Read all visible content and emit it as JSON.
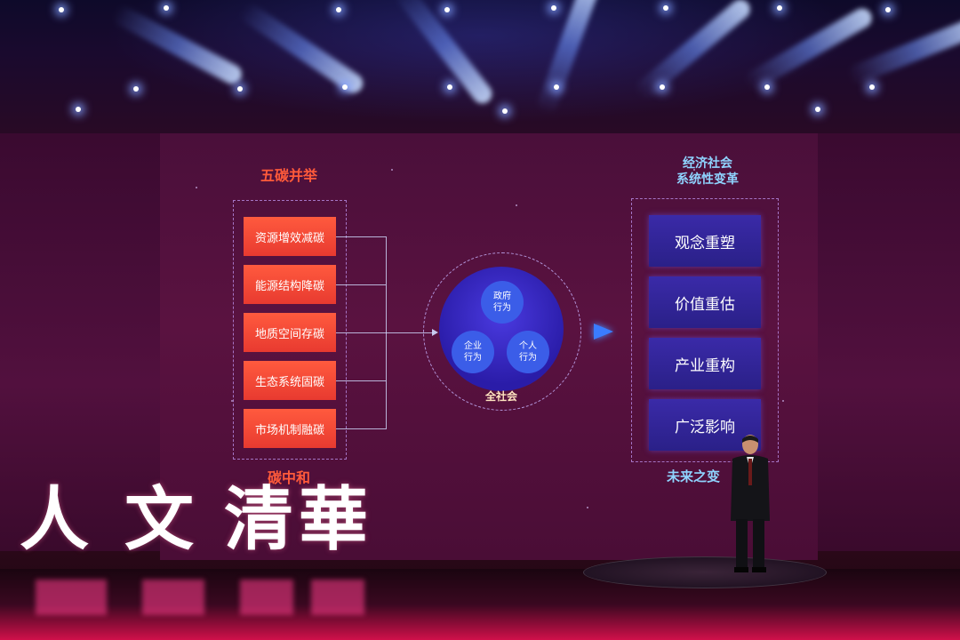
{
  "slide": {
    "left_title": "五碳并举",
    "left_items": [
      "资源增效减碳",
      "能源结构降碳",
      "地质空间存碳",
      "生态系统固碳",
      "市场机制融碳"
    ],
    "left_footer": "碳中和",
    "center": {
      "top": [
        "政府",
        "行为"
      ],
      "left": [
        "企业",
        "行为"
      ],
      "right": [
        "个人",
        "行为"
      ],
      "label": "全社会"
    },
    "right_title_line1": "经济社会",
    "right_title_line2": "系统性变革",
    "right_items": [
      "观念重塑",
      "价值重估",
      "产业重构",
      "广泛影响"
    ],
    "right_footer": "未来之变"
  },
  "stage_banner": {
    "chars": [
      "人",
      "文",
      "清",
      "華"
    ]
  },
  "colors": {
    "accent_red": "#ff5a3a",
    "box_blue": "#2f24a0",
    "circle_blue": "#3b5de8",
    "arrow_blue": "#3a7cff"
  }
}
